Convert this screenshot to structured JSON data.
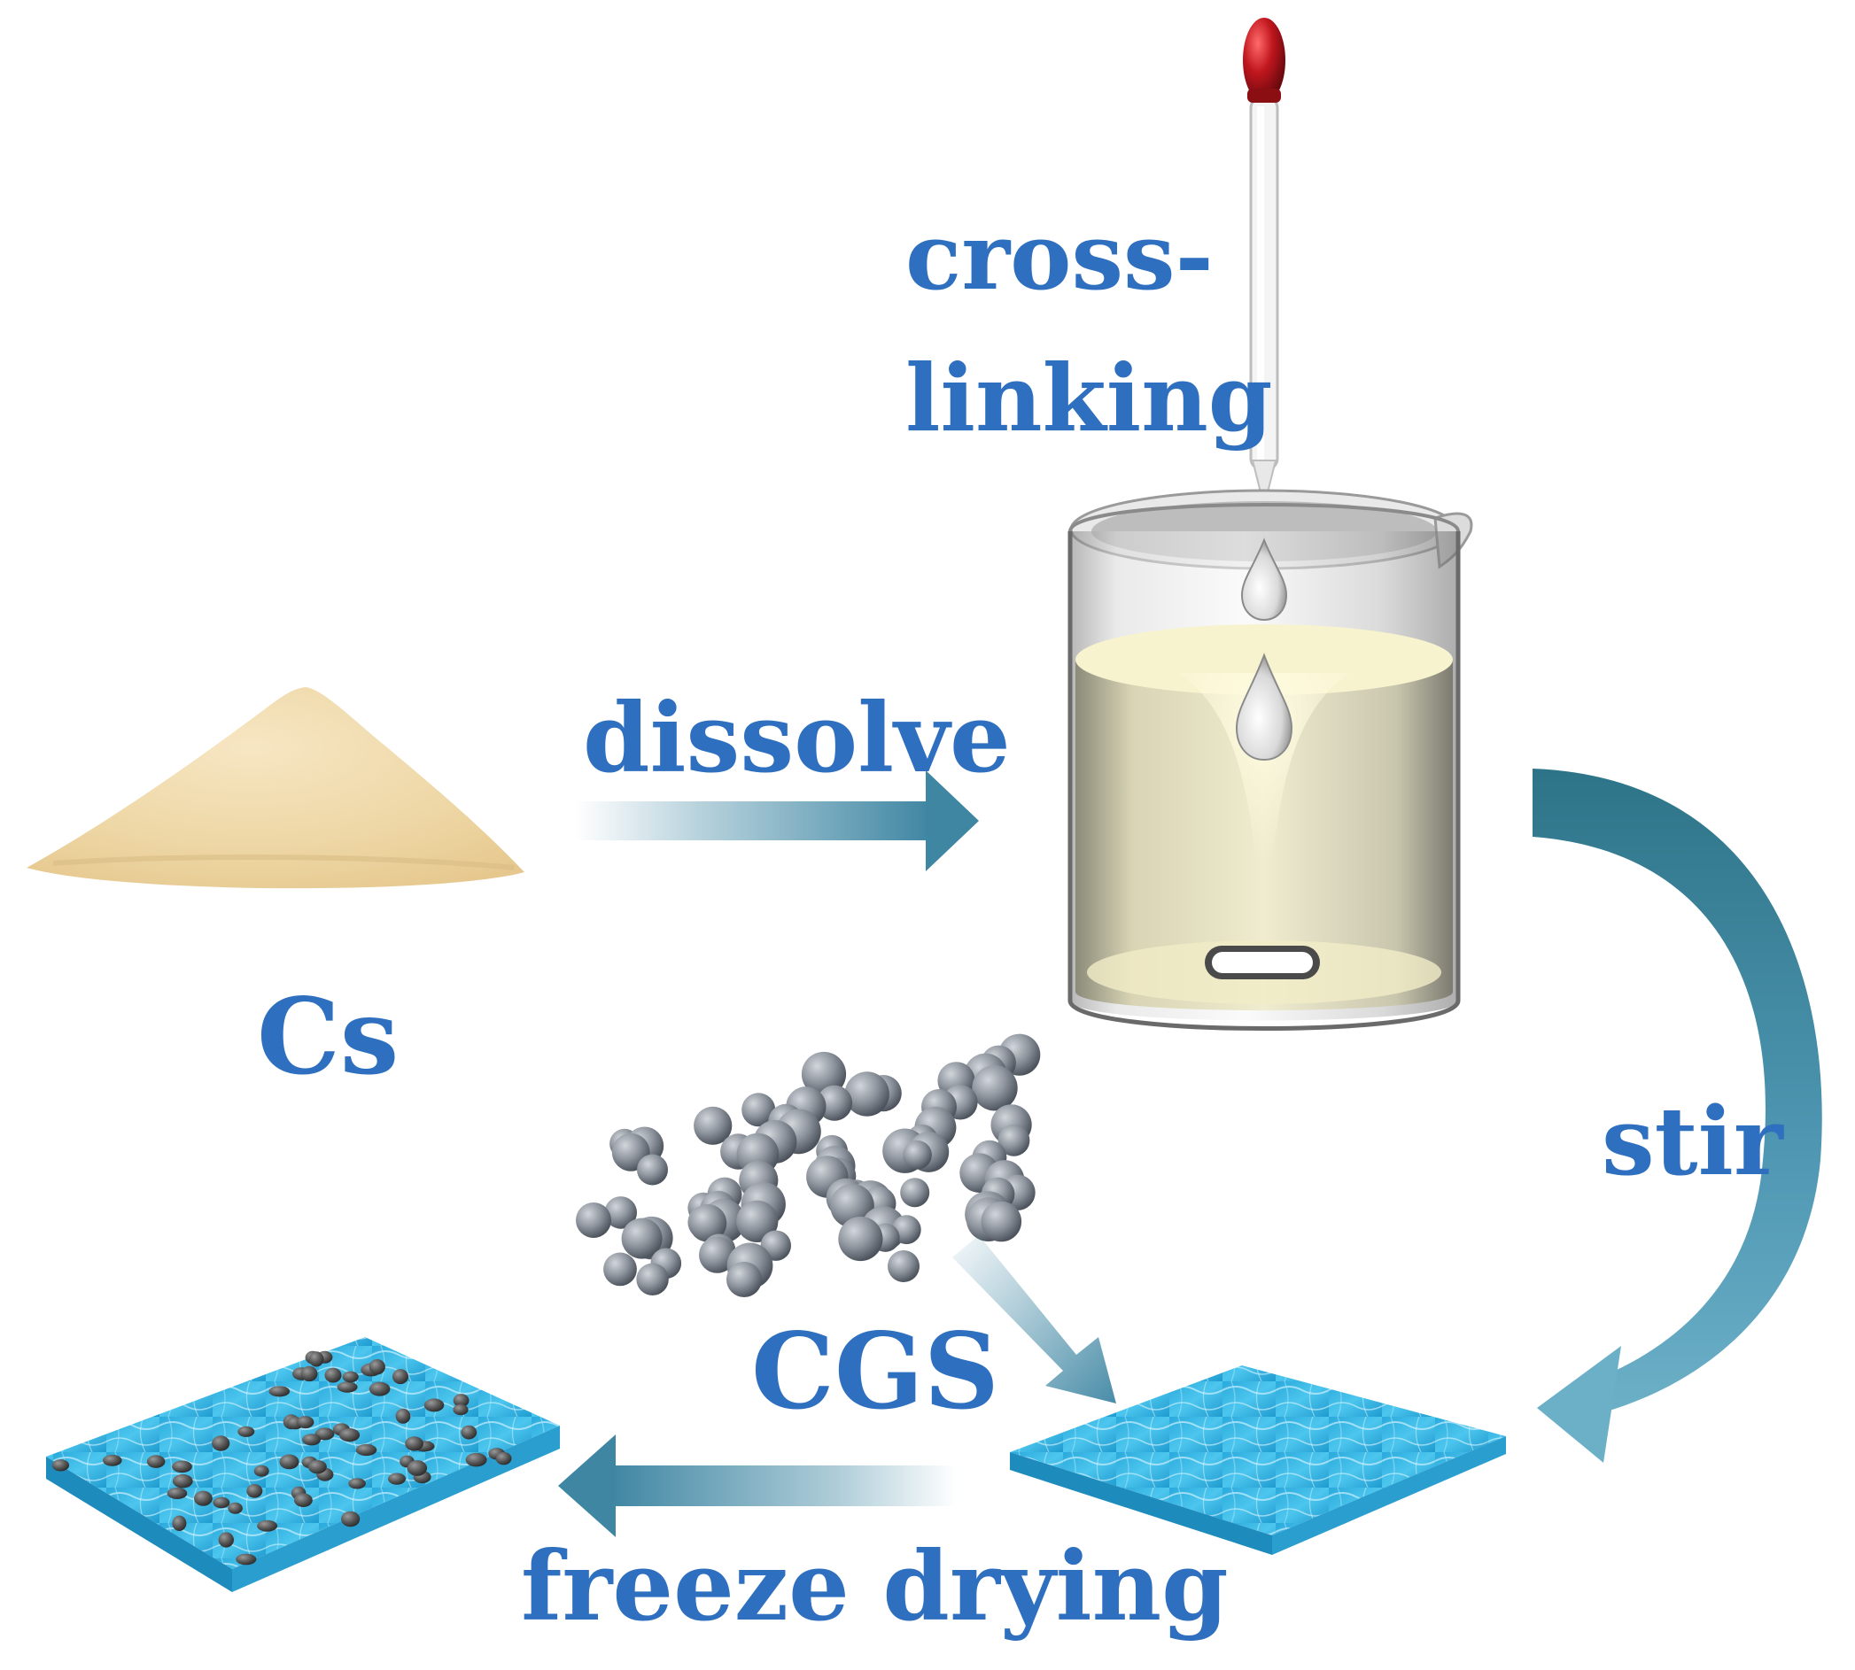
{
  "labels": {
    "cross": "cross-",
    "linking": "linking",
    "dissolve": "dissolve",
    "cs": "Cs",
    "stir": "stir",
    "cgs": "CGS",
    "freeze": "freeze drying"
  },
  "colors": {
    "label_text": "#2f6fbf",
    "arrow": "#3f86a3",
    "powder": "#f0dcb0",
    "solution": "#f3eec4",
    "sphere": "#8a909a",
    "film": "#2fb4e0",
    "pipette_bulb": "#c0161e"
  }
}
